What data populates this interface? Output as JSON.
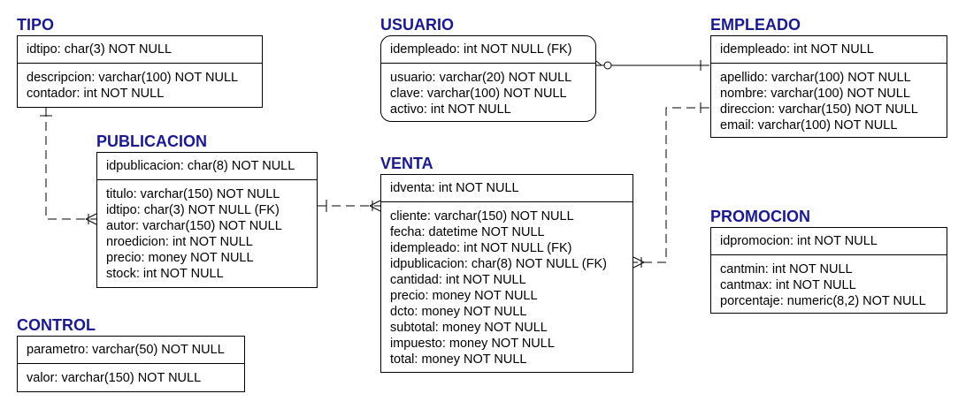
{
  "entities": {
    "tipo": {
      "name": "TIPO",
      "key": [
        "idtipo: char(3) NOT NULL"
      ],
      "attributes": [
        "descripcion: varchar(100) NOT NULL",
        "contador: int NOT NULL"
      ]
    },
    "usuario": {
      "name": "USUARIO",
      "key": [
        "idempleado: int NOT NULL (FK)"
      ],
      "attributes": [
        "usuario: varchar(20) NOT NULL",
        "clave: varchar(100) NOT NULL",
        "activo: int NOT NULL"
      ]
    },
    "empleado": {
      "name": "EMPLEADO",
      "key": [
        "idempleado: int NOT NULL"
      ],
      "attributes": [
        "apellido: varchar(100) NOT NULL",
        "nombre: varchar(100) NOT NULL",
        "direccion: varchar(150) NOT NULL",
        "email: varchar(100) NOT NULL"
      ]
    },
    "publicacion": {
      "name": "PUBLICACION",
      "key": [
        "idpublicacion: char(8) NOT NULL"
      ],
      "attributes": [
        "titulo: varchar(150) NOT NULL",
        "idtipo: char(3) NOT NULL (FK)",
        "autor: varchar(150) NOT NULL",
        "nroedicion: int NOT NULL",
        "precio: money NOT NULL",
        "stock: int NOT NULL"
      ]
    },
    "venta": {
      "name": "VENTA",
      "key": [
        "idventa: int NOT NULL"
      ],
      "attributes": [
        "cliente: varchar(150) NOT NULL",
        "fecha: datetime NOT NULL",
        "idempleado: int NOT NULL (FK)",
        "idpublicacion: char(8) NOT NULL (FK)",
        "cantidad: int NOT NULL",
        "precio: money NOT NULL",
        "dcto: money NOT NULL",
        "subtotal: money NOT NULL",
        "impuesto: money NOT NULL",
        "total: money NOT NULL"
      ]
    },
    "promocion": {
      "name": "PROMOCION",
      "key": [
        "idpromocion: int NOT NULL"
      ],
      "attributes": [
        "cantmin: int NOT NULL",
        "cantmax: int NOT NULL",
        "porcentaje: numeric(8,2) NOT NULL"
      ]
    },
    "control": {
      "name": "CONTROL",
      "key": [
        "parametro: varchar(50) NOT NULL"
      ],
      "attributes": [
        "valor: varchar(150) NOT NULL"
      ]
    }
  },
  "relationships": [
    {
      "from": "empleado",
      "to": "usuario",
      "identifying": true
    },
    {
      "from": "tipo",
      "to": "publicacion",
      "identifying": false
    },
    {
      "from": "publicacion",
      "to": "venta",
      "identifying": false
    },
    {
      "from": "empleado",
      "to": "venta",
      "identifying": false
    }
  ],
  "colors": {
    "title": "#1a1a8c",
    "line": "#000000"
  }
}
